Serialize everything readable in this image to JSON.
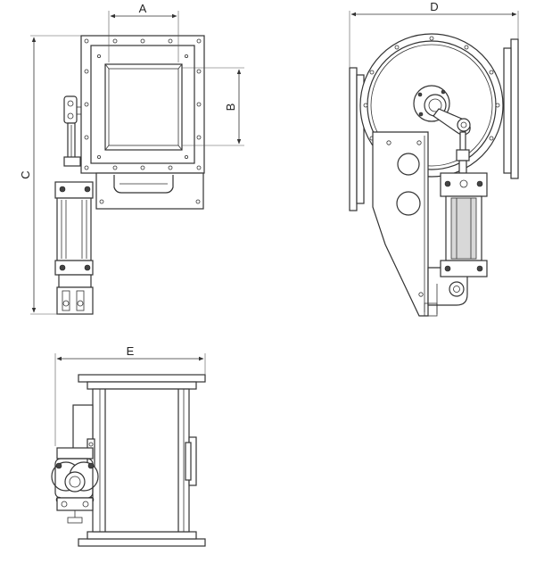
{
  "dimension_labels": {
    "a": "A",
    "b": "B",
    "c": "C",
    "d": "D",
    "e": "E"
  },
  "colors": {
    "line": "#333333",
    "background": "#ffffff"
  }
}
